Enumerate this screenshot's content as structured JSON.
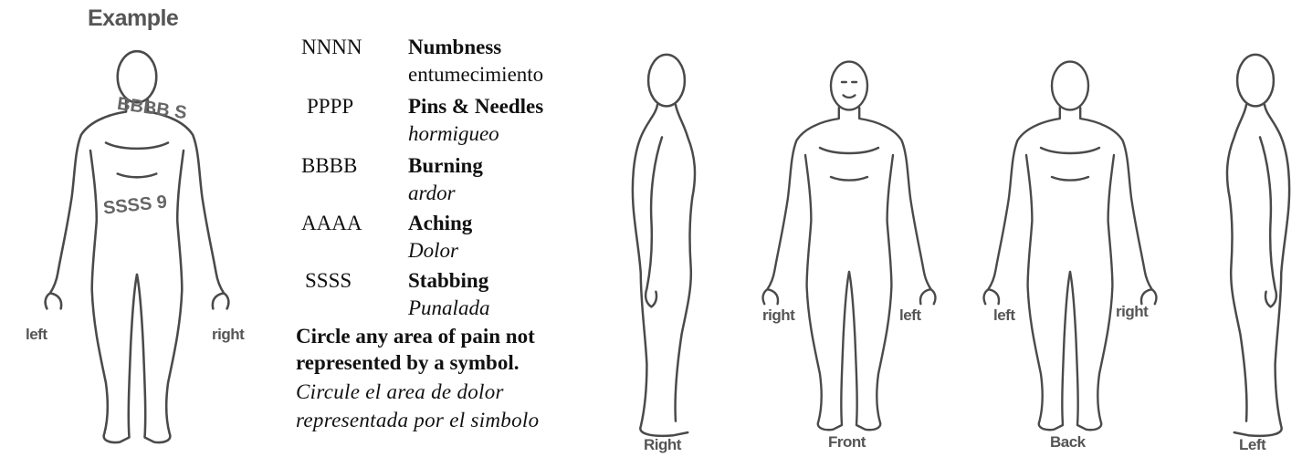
{
  "example": {
    "title": "Example",
    "left_label": "left",
    "right_label": "right",
    "burning_marks": "BBBB S",
    "stabbing_marks": "SSSS 9"
  },
  "legend": [
    {
      "code": "NNNN",
      "term": "Numbness",
      "translation": "entumecimiento"
    },
    {
      "code": "PPPP",
      "term": "Pins & Needles",
      "translation": "hormigueo"
    },
    {
      "code": "BBBB",
      "term": "Burning",
      "translation": "ardor"
    },
    {
      "code": "AAAA",
      "term": "Aching",
      "translation": "Dolor"
    },
    {
      "code": "SSSS",
      "term": "Stabbing",
      "translation": "Punalada"
    }
  ],
  "instructions": {
    "line1": "Circle any area of pain not",
    "line2": "represented by a symbol.",
    "es_line1": "Circule el area de dolor",
    "es_line2": "representada por el simbolo"
  },
  "figures": {
    "right_side": {
      "caption": "Right"
    },
    "front": {
      "caption": "Front",
      "side_right": "right",
      "side_left": "left"
    },
    "back": {
      "caption": "Back",
      "side_left": "left",
      "side_right": "right"
    },
    "left_side": {
      "caption": "Left"
    }
  }
}
